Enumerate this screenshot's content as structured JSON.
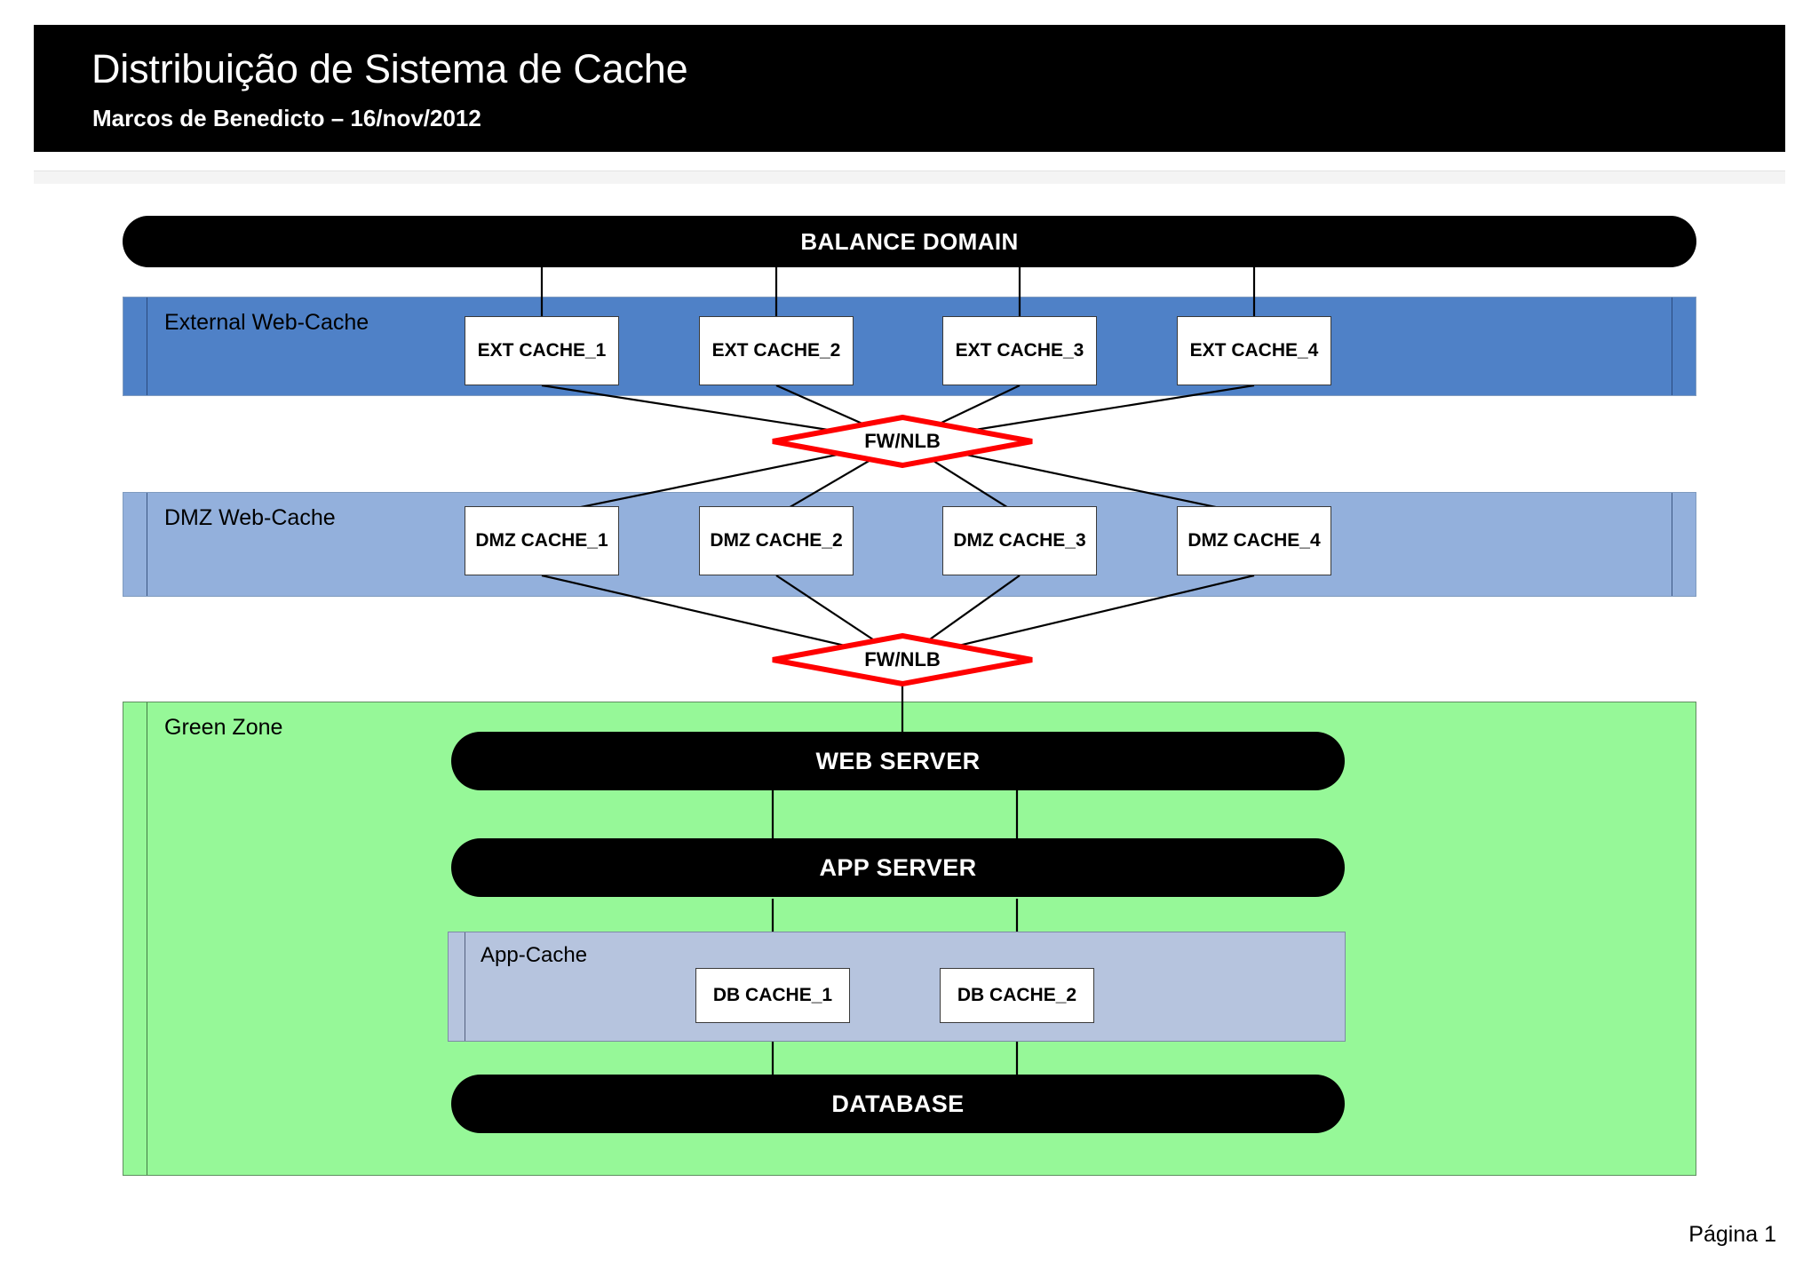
{
  "slide": {
    "title": "Distribuição de Sistema de Cache",
    "subtitle": "Marcos de Benedicto – 16/nov/2012",
    "footer": "Página 1"
  },
  "colors": {
    "title_bar_bg": "#000000",
    "title_text": "#ffffff",
    "external_band": "#4f81c7",
    "dmz_band": "#93b0dc",
    "green_zone": "#96f898",
    "app_cache_band": "#b6c4de",
    "node_fill": "#ffffff",
    "pill_fill": "#000000",
    "fw_outline": "#ff0000",
    "connector": "#000000"
  },
  "diagram": {
    "balance_domain": {
      "label": "BALANCE DOMAIN"
    },
    "external_zone": {
      "label": "External Web-Cache",
      "nodes": [
        {
          "label": "EXT CACHE_1"
        },
        {
          "label": "EXT CACHE_2"
        },
        {
          "label": "EXT CACHE_3"
        },
        {
          "label": "EXT CACHE_4"
        }
      ]
    },
    "firewall_top": {
      "label": "FW/NLB"
    },
    "dmz_zone": {
      "label": "DMZ Web-Cache",
      "nodes": [
        {
          "label": "DMZ CACHE_1"
        },
        {
          "label": "DMZ CACHE_2"
        },
        {
          "label": "DMZ CACHE_3"
        },
        {
          "label": "DMZ CACHE_4"
        }
      ]
    },
    "firewall_bottom": {
      "label": "FW/NLB"
    },
    "green_zone": {
      "label": "Green Zone",
      "web_server": {
        "label": "WEB SERVER"
      },
      "app_server": {
        "label": "APP SERVER"
      },
      "database": {
        "label": "DATABASE"
      },
      "app_cache": {
        "label": "App-Cache",
        "nodes": [
          {
            "label": "DB CACHE_1"
          },
          {
            "label": "DB CACHE_2"
          }
        ]
      }
    }
  }
}
